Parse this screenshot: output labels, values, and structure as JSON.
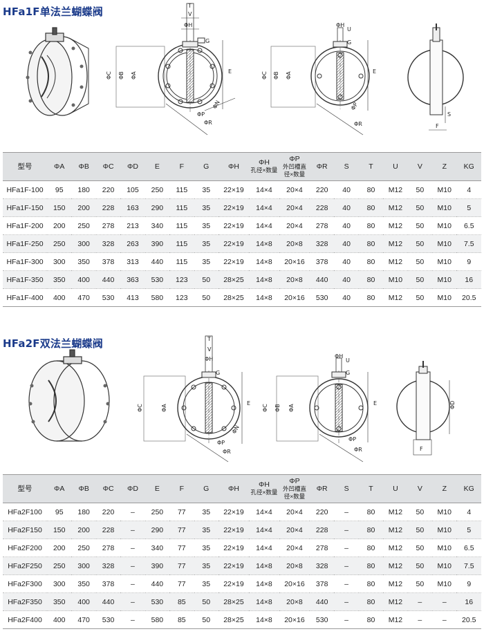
{
  "sections": [
    {
      "title": "HFa1F单法兰蝴蝶阀",
      "headers": [
        "型号",
        "ΦA",
        "ΦB",
        "ΦC",
        "ΦD",
        "E",
        "F",
        "G",
        "ΦH",
        "ΦH\n孔径×数量",
        "ΦP\n外凹槽直\n径×数量",
        "ΦR",
        "S",
        "T",
        "U",
        "V",
        "Z",
        "KG"
      ],
      "rows": [
        [
          "HFa1F-100",
          "95",
          "180",
          "220",
          "105",
          "250",
          "115",
          "35",
          "22×19",
          "14×4",
          "20×4",
          "220",
          "40",
          "80",
          "M12",
          "50",
          "M10",
          "4"
        ],
        [
          "HFa1F-150",
          "150",
          "200",
          "228",
          "163",
          "290",
          "115",
          "35",
          "22×19",
          "14×4",
          "20×4",
          "228",
          "40",
          "80",
          "M12",
          "50",
          "M10",
          "5"
        ],
        [
          "HFa1F-200",
          "200",
          "250",
          "278",
          "213",
          "340",
          "115",
          "35",
          "22×19",
          "14×4",
          "20×4",
          "278",
          "40",
          "80",
          "M12",
          "50",
          "M10",
          "6.5"
        ],
        [
          "HFa1F-250",
          "250",
          "300",
          "328",
          "263",
          "390",
          "115",
          "35",
          "22×19",
          "14×8",
          "20×8",
          "328",
          "40",
          "80",
          "M12",
          "50",
          "M10",
          "7.5"
        ],
        [
          "HFa1F-300",
          "300",
          "350",
          "378",
          "313",
          "440",
          "115",
          "35",
          "22×19",
          "14×8",
          "20×16",
          "378",
          "40",
          "80",
          "M12",
          "50",
          "M10",
          "9"
        ],
        [
          "HFa1F-350",
          "350",
          "400",
          "440",
          "363",
          "530",
          "123",
          "50",
          "28×25",
          "14×8",
          "20×8",
          "440",
          "40",
          "80",
          "M10",
          "50",
          "M10",
          "16"
        ],
        [
          "HFa1F-400",
          "400",
          "470",
          "530",
          "413",
          "580",
          "123",
          "50",
          "28×25",
          "14×8",
          "20×16",
          "530",
          "40",
          "80",
          "M12",
          "50",
          "M10",
          "20.5"
        ]
      ]
    },
    {
      "title": "HFa2F双法兰蝴蝶阀",
      "headers": [
        "型号",
        "ΦA",
        "ΦB",
        "ΦC",
        "ΦD",
        "E",
        "F",
        "G",
        "ΦH",
        "ΦH\n孔径×数量",
        "ΦP\n外凹槽直\n径×数量",
        "ΦR",
        "S",
        "T",
        "U",
        "V",
        "Z",
        "KG"
      ],
      "rows": [
        [
          "HFa2F100",
          "95",
          "180",
          "220",
          "–",
          "250",
          "77",
          "35",
          "22×19",
          "14×4",
          "20×4",
          "220",
          "–",
          "80",
          "M12",
          "50",
          "M10",
          "4"
        ],
        [
          "HFa2F150",
          "150",
          "200",
          "228",
          "–",
          "290",
          "77",
          "35",
          "22×19",
          "14×4",
          "20×4",
          "228",
          "–",
          "80",
          "M12",
          "50",
          "M10",
          "5"
        ],
        [
          "HFa2F200",
          "200",
          "250",
          "278",
          "–",
          "340",
          "77",
          "35",
          "22×19",
          "14×4",
          "20×4",
          "278",
          "–",
          "80",
          "M12",
          "50",
          "M10",
          "6.5"
        ],
        [
          "HFa2F250",
          "250",
          "300",
          "328",
          "–",
          "390",
          "77",
          "35",
          "22×19",
          "14×8",
          "20×8",
          "328",
          "–",
          "80",
          "M12",
          "50",
          "M10",
          "7.5"
        ],
        [
          "HFa2F300",
          "300",
          "350",
          "378",
          "–",
          "440",
          "77",
          "35",
          "22×19",
          "14×8",
          "20×16",
          "378",
          "–",
          "80",
          "M12",
          "50",
          "M10",
          "9"
        ],
        [
          "HFa2F350",
          "350",
          "400",
          "440",
          "–",
          "530",
          "85",
          "50",
          "28×25",
          "14×8",
          "20×8",
          "440",
          "–",
          "80",
          "M12",
          "–",
          "–",
          "16"
        ],
        [
          "HFa2F400",
          "400",
          "470",
          "530",
          "–",
          "580",
          "85",
          "50",
          "28×25",
          "14×8",
          "20×16",
          "530",
          "–",
          "80",
          "M12",
          "–",
          "–",
          "20.5"
        ]
      ]
    }
  ],
  "drawing_labels": {
    "phi_a": "ΦA",
    "phi_b": "ΦB",
    "phi_c": "ΦC",
    "phi_d": "ΦD",
    "phi_h": "ΦH",
    "phi_n": "ΦN",
    "phi_p": "ΦP",
    "phi_r": "ΦR",
    "e": "E",
    "f": "F",
    "g": "G",
    "s": "S",
    "t": "T",
    "u": "U",
    "v": "V"
  },
  "colors": {
    "title": "#1a3a8a",
    "header_bg": "#dfe1e3",
    "alt_row": "#f0f1f2"
  }
}
